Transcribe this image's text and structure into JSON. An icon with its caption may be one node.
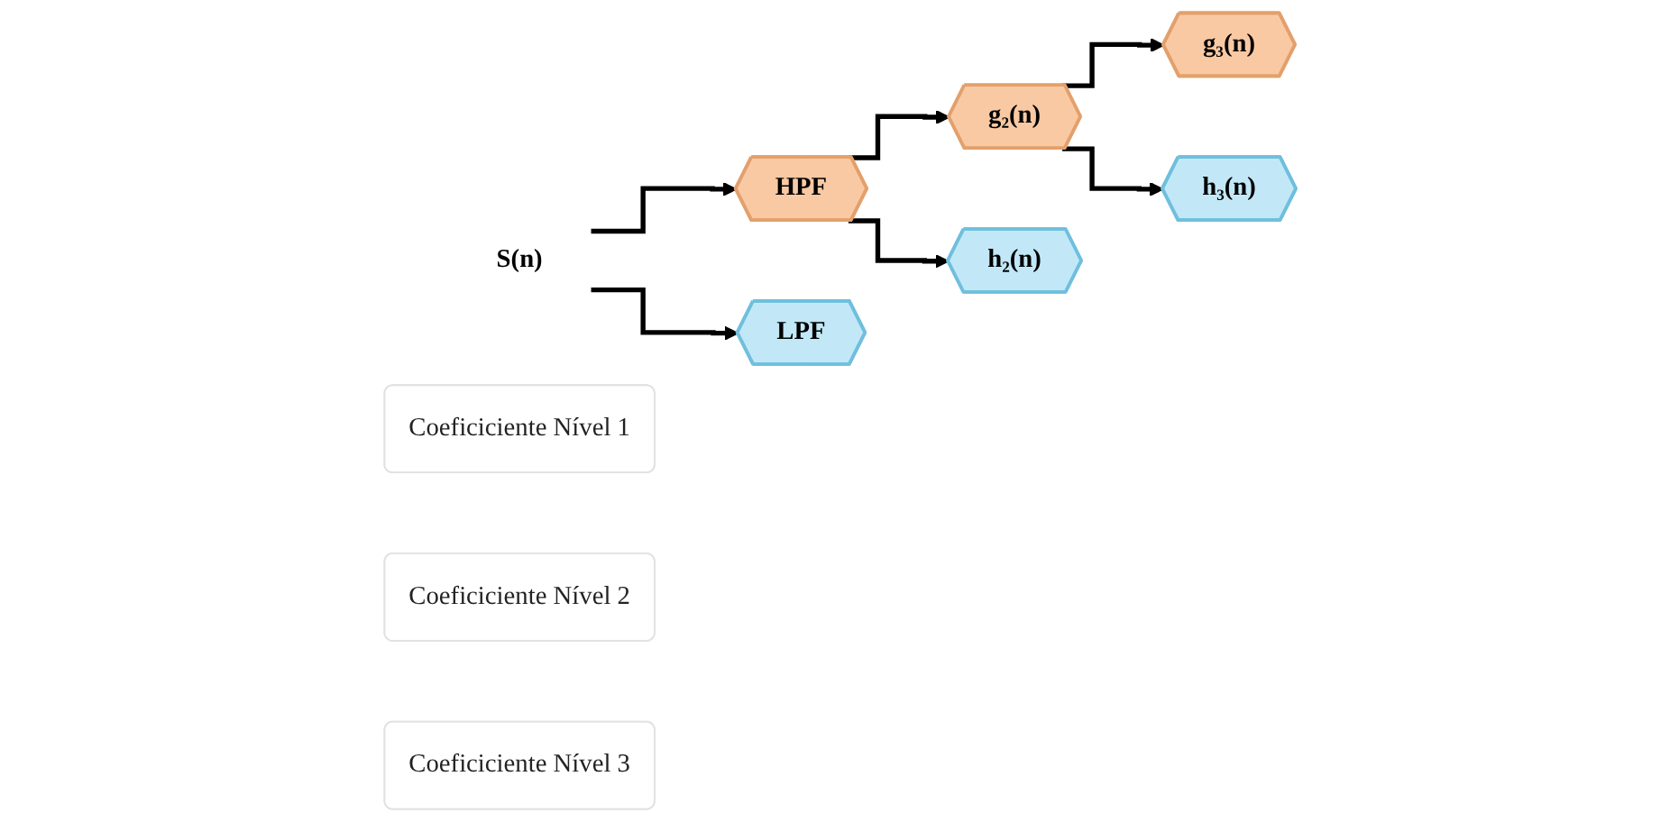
{
  "diagram": {
    "nodes": [
      {
        "text": [
          "S(n)"
        ]
      },
      {
        "text": [
          "HPF"
        ]
      },
      {
        "text": [
          "LPF"
        ]
      },
      {
        "text": [
          "Coeficiciente Nível 1"
        ]
      },
      {
        "text": [
          "g₂(n)"
        ]
      },
      {
        "text": [
          "h₂(n)"
        ]
      },
      {
        "text": [
          "Coeficiciente Nível 2"
        ]
      },
      {
        "text": [
          "g₃(n)"
        ]
      },
      {
        "text": [
          "h₃(n)"
        ]
      },
      {
        "text": [
          "Coeficiciente Nível 3"
        ]
      }
    ],
    "edges": [
      {
        "from": 0,
        "to": 1,
        "arrow": "to"
      },
      {
        "from": 0,
        "to": 2,
        "arrow": "to"
      },
      {
        "from": 1,
        "to": 4,
        "arrow": "to"
      },
      {
        "from": 1,
        "to": 5,
        "arrow": "to"
      },
      {
        "from": 4,
        "to": 7,
        "arrow": "to"
      },
      {
        "from": 4,
        "to": 8,
        "arrow": "to"
      }
    ]
  }
}
